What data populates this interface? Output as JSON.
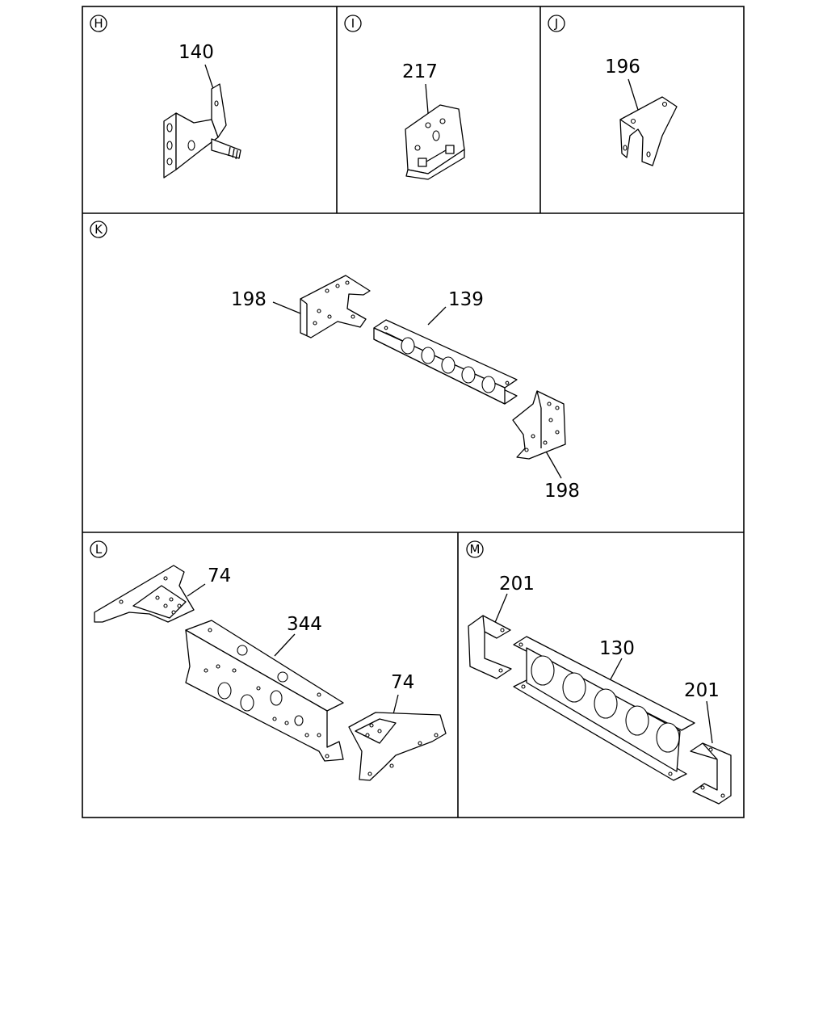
{
  "panels": {
    "H": {
      "letter": "H",
      "parts": [
        "140"
      ]
    },
    "I": {
      "letter": "I",
      "parts": [
        "217"
      ]
    },
    "J": {
      "letter": "J",
      "parts": [
        "196"
      ]
    },
    "K": {
      "letter": "K",
      "parts": [
        "198",
        "139",
        "198"
      ]
    },
    "L": {
      "letter": "L",
      "parts": [
        "74",
        "344",
        "74"
      ]
    },
    "M": {
      "letter": "M",
      "parts": [
        "201",
        "130",
        "201"
      ]
    }
  }
}
